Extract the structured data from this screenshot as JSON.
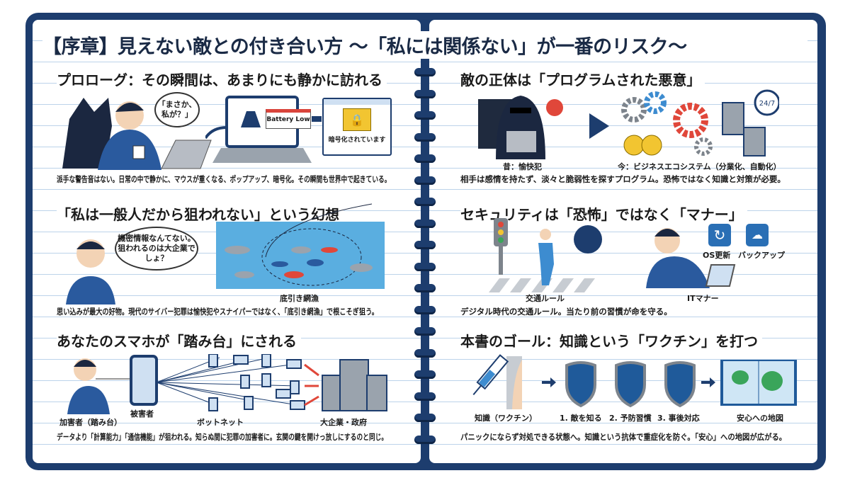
{
  "title": "【序章】見えない敵との付き合い方 〜「私には関係ない」が一番のリスク〜",
  "sections": {
    "prologue": {
      "heading": "プロローグ：その瞬間は、あまりにも静かに訪れる",
      "thought": "「まさか、私が？」",
      "popup": "Battery Low",
      "encrypted": "暗号化されています",
      "caption": "派手な警告音はない。日常の中で静かに、マウスが重くなる、ポップアップ、暗号化。その瞬間も世界中で起きている。"
    },
    "illusion": {
      "heading": "「私は一般人だから狙われない」という幻想",
      "thought": "機密情報なんてない。狙われるのは大企業でしょ？",
      "net_label": "底引き網漁",
      "caption": "思い込みが最大の好物。現代のサイバー犯罪は愉快犯やスナイパーではなく、「底引き網漁」で根こそぎ狙う。"
    },
    "stepping": {
      "heading": "あなたのスマホが「踏み台」にされる",
      "labels": [
        "加害者（踏み台）",
        "被害者",
        "ボットネット",
        "大企業・政府"
      ],
      "caption": "データより「計算能力」「通信機能」が狙われる。知らぬ間に犯罪の加害者に。玄関の鍵を開けっ放しにするのと同じ。"
    },
    "enemy": {
      "heading": "敵の正体は「プログラムされた悪意」",
      "past": "昔：愉快犯",
      "now": "今：ビジネスエコシステム（分業化、自動化）",
      "clock": "24/7",
      "caption": "相手は感情を持たず、淡々と脆弱性を探すプログラム。恐怖ではなく知識と対策が必要。"
    },
    "manners": {
      "heading": "セキュリティは「恐怖」ではなく「マナー」",
      "traffic": "交通ルール",
      "it": "ITマナー",
      "os_update": "OS更新",
      "backup": "バックアップ",
      "caption": "デジタル時代の交通ルール。当たり前の習慣が命を守る。"
    },
    "goal": {
      "heading": "本書のゴール：知識という「ワクチン」を打つ",
      "labels": [
        "知識（ワクチン）",
        "1. 敵を知る",
        "2. 予防習慣",
        "3. 事後対応",
        "安心への地図"
      ],
      "caption": "パニックにならず対処できる状態へ。知識という抗体で重症化を防ぐ。「安心」への地図が広がる。"
    }
  },
  "colors": {
    "navy": "#1d3d6e",
    "accent_red": "#e0473a",
    "line": "#bcd3ea",
    "shield": "#1f5a9a"
  }
}
